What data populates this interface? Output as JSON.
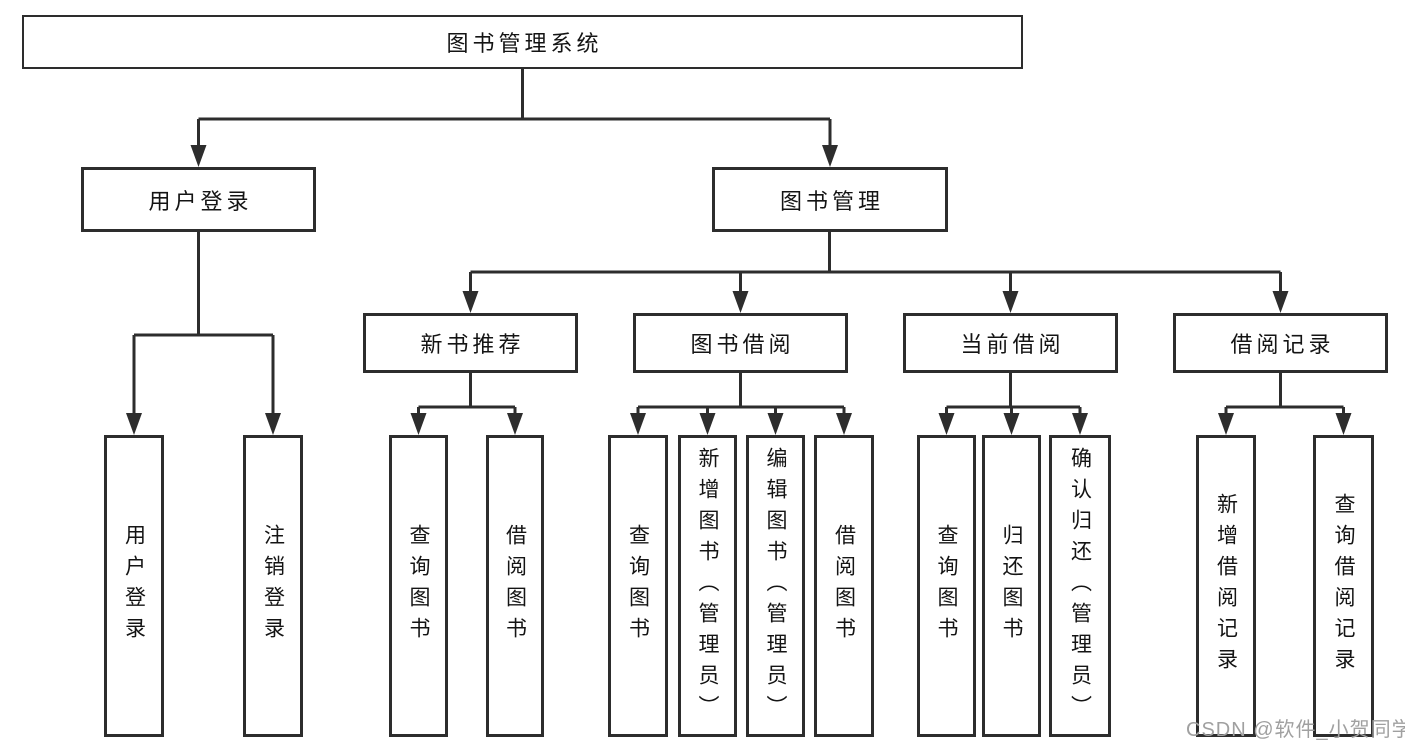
{
  "diagram_type": "functional-structure-tree",
  "tree": {
    "label": "图书管理系统",
    "children": [
      {
        "label": "用户登录",
        "children": [
          {
            "label": "用户登录"
          },
          {
            "label": "注销登录"
          }
        ]
      },
      {
        "label": "图书管理",
        "children": [
          {
            "label": "新书推荐",
            "children": [
              {
                "label": "查询图书"
              },
              {
                "label": "借阅图书"
              }
            ]
          },
          {
            "label": "图书借阅",
            "children": [
              {
                "label": "查询图书"
              },
              {
                "label": "新增图书（管理员）"
              },
              {
                "label": "编辑图书（管理员）"
              },
              {
                "label": "借阅图书"
              }
            ]
          },
          {
            "label": "当前借阅",
            "children": [
              {
                "label": "查询图书"
              },
              {
                "label": "归还图书"
              },
              {
                "label": "确认归还（管理员）"
              }
            ]
          },
          {
            "label": "借阅记录",
            "children": [
              {
                "label": "新增借阅记录"
              },
              {
                "label": "查询借阅记录"
              }
            ]
          }
        ]
      }
    ]
  },
  "watermark": "CSDN @软件_小贺同学",
  "colors": {
    "line": "#2d2d2d",
    "box_border": "#2d2d2d",
    "box_background": "#ffffff",
    "text": "#141414",
    "watermark": "#a0a0a0"
  }
}
